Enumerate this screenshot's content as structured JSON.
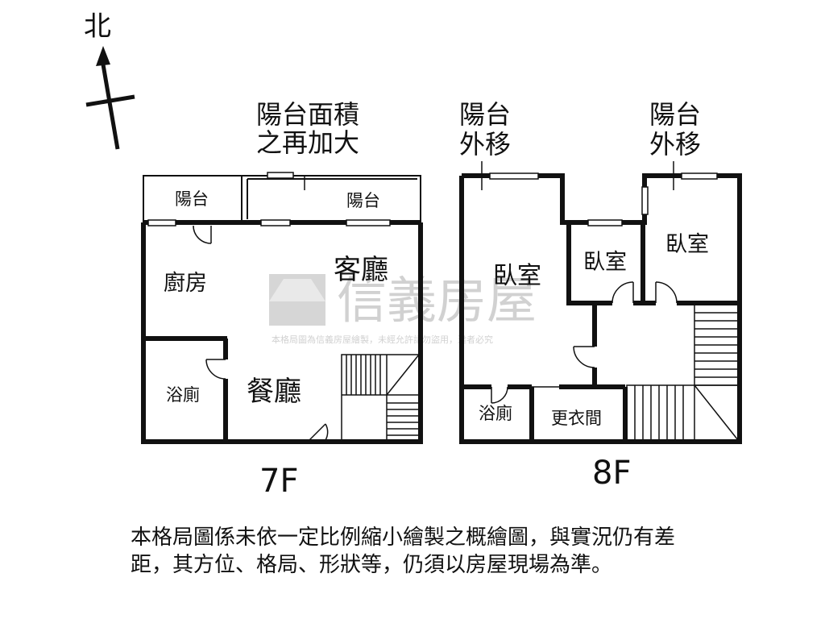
{
  "compass": {
    "north_label": "北"
  },
  "floor_7f": {
    "label": "7F",
    "annotation_balcony_line1": "陽台面積",
    "annotation_balcony_line2": "之再加大",
    "rooms": {
      "balcony_left": "陽台",
      "balcony_right": "陽台",
      "kitchen": "廚房",
      "living_room": "客廳",
      "bathroom": "浴廁",
      "dining_room": "餐廳"
    }
  },
  "floor_8f": {
    "label": "8F",
    "annotation_left_line1": "陽台",
    "annotation_left_line2": "外移",
    "annotation_right_line1": "陽台",
    "annotation_right_line2": "外移",
    "rooms": {
      "bedroom_large": "臥室",
      "bedroom_small": "臥室",
      "bedroom_right": "臥室",
      "bathroom": "浴廁",
      "closet": "更衣間"
    }
  },
  "watermark": {
    "brand": "信義房屋",
    "notice": "本格局圖為信義房屋繪製，未經允許請勿盜用，違者必究"
  },
  "disclaimer": "本格局圖係未依一定比例縮小繪製之概繪圖，與實況仍有差距，其方位、格局、形狀等，仍須以房屋現場為準。"
}
